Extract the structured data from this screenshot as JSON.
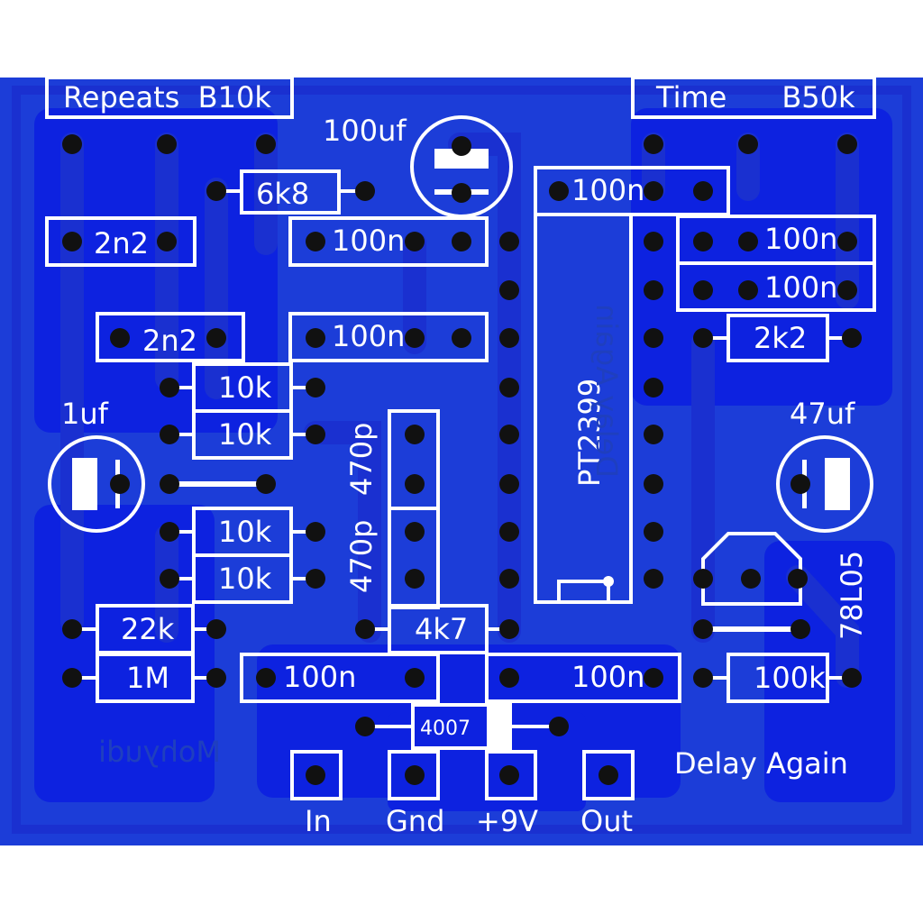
{
  "board": {
    "colors": {
      "substrate": "#1c3dd8",
      "copper_pour": "#0d22e0",
      "trace": "#1a30d0",
      "silkscreen": "#ffffff",
      "pad": "#111111",
      "back_silk": "#1f3fbf"
    },
    "title": "Delay Again",
    "ic": {
      "label": "PT2399",
      "back_label": "Delay Again"
    },
    "back_credit": "Mohyudi",
    "pots": {
      "repeats": "Repeats  B10k",
      "time": "Time      B50k"
    },
    "caps": {
      "c_100uf": "100uf",
      "c_1uf": "1uf",
      "c_47uf": "47uf",
      "c_470p_a": "470p",
      "c_470p_b": "470p",
      "c_2n2_a": "2n2",
      "c_2n2_b": "2n2",
      "c_100n_a": "100n",
      "c_100n_b": "100n",
      "c_100n_c": "100n",
      "c_100n_d": "100n",
      "c_100n_e": "100n",
      "c_100n_f": "100n",
      "c_100n_g": "100n"
    },
    "resistors": {
      "r_6k8": "6k8",
      "r_10k_a": "10k",
      "r_10k_b": "10k",
      "r_10k_c": "10k",
      "r_10k_d": "10k",
      "r_22k": "22k",
      "r_1m": "1M",
      "r_4k7": "4k7",
      "r_2k2": "2k2",
      "r_100k": "100k"
    },
    "diode": "4007",
    "regulator": "78L05",
    "connectors": {
      "in": "In",
      "gnd": "Gnd",
      "v9": "+9V",
      "out": "Out"
    }
  }
}
